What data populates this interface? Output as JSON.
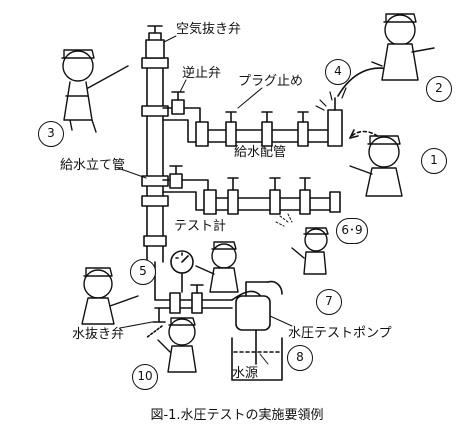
{
  "labels": {
    "air_valve": "空気抜き弁",
    "check_valve": "逆止弁",
    "plug": "プラグ止め",
    "supply_pipe": "給水配管",
    "riser": "給水立て管",
    "test_gauge": "テスト計",
    "drain_valve": "水抜き弁",
    "test_pump": "水圧テストポンプ",
    "water_source": "水源"
  },
  "step_numbers": {
    "n1": "1",
    "n2": "2",
    "n3": "3",
    "n4": "4",
    "n5": "5",
    "n6_9": "6･9",
    "n7": "7",
    "n8": "8",
    "n10": "10"
  },
  "caption": "図-1.水圧テストの実施要領例",
  "colors": {
    "ink": "#111111",
    "background": "#ffffff"
  }
}
